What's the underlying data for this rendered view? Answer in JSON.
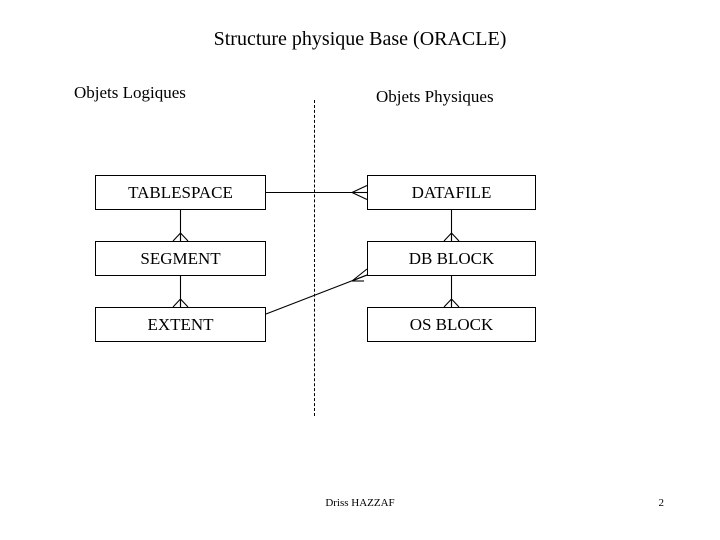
{
  "slide": {
    "title": "Structure physique Base (ORACLE)",
    "background_color": "#ffffff",
    "line_color": "#000000",
    "text_color": "#000000"
  },
  "columns": {
    "left_heading": "Objets Logiques",
    "right_heading": "Objets Physiques"
  },
  "entities": {
    "tablespace": "TABLESPACE",
    "segment": "SEGMENT",
    "extent": "EXTENT",
    "datafile": "DATAFILE",
    "db_block": "DB BLOCK",
    "os_block": "OS BLOCK"
  },
  "relations": [
    {
      "from": "TABLESPACE",
      "to": "DATAFILE",
      "notation": "crow-foot",
      "orientation": "horizontal"
    },
    {
      "from": "TABLESPACE",
      "to": "SEGMENT",
      "notation": "crow-foot",
      "orientation": "vertical"
    },
    {
      "from": "SEGMENT",
      "to": "EXTENT",
      "notation": "crow-foot",
      "orientation": "vertical"
    },
    {
      "from": "EXTENT",
      "to": "DB BLOCK",
      "notation": "crow-foot",
      "orientation": "diagonal"
    },
    {
      "from": "DATAFILE",
      "to": "DB BLOCK",
      "notation": "crow-foot",
      "orientation": "vertical"
    },
    {
      "from": "DB BLOCK",
      "to": "OS BLOCK",
      "notation": "crow-foot",
      "orientation": "vertical"
    }
  ],
  "footer": {
    "author": "Driss HAZZAF",
    "page_number": "2"
  }
}
